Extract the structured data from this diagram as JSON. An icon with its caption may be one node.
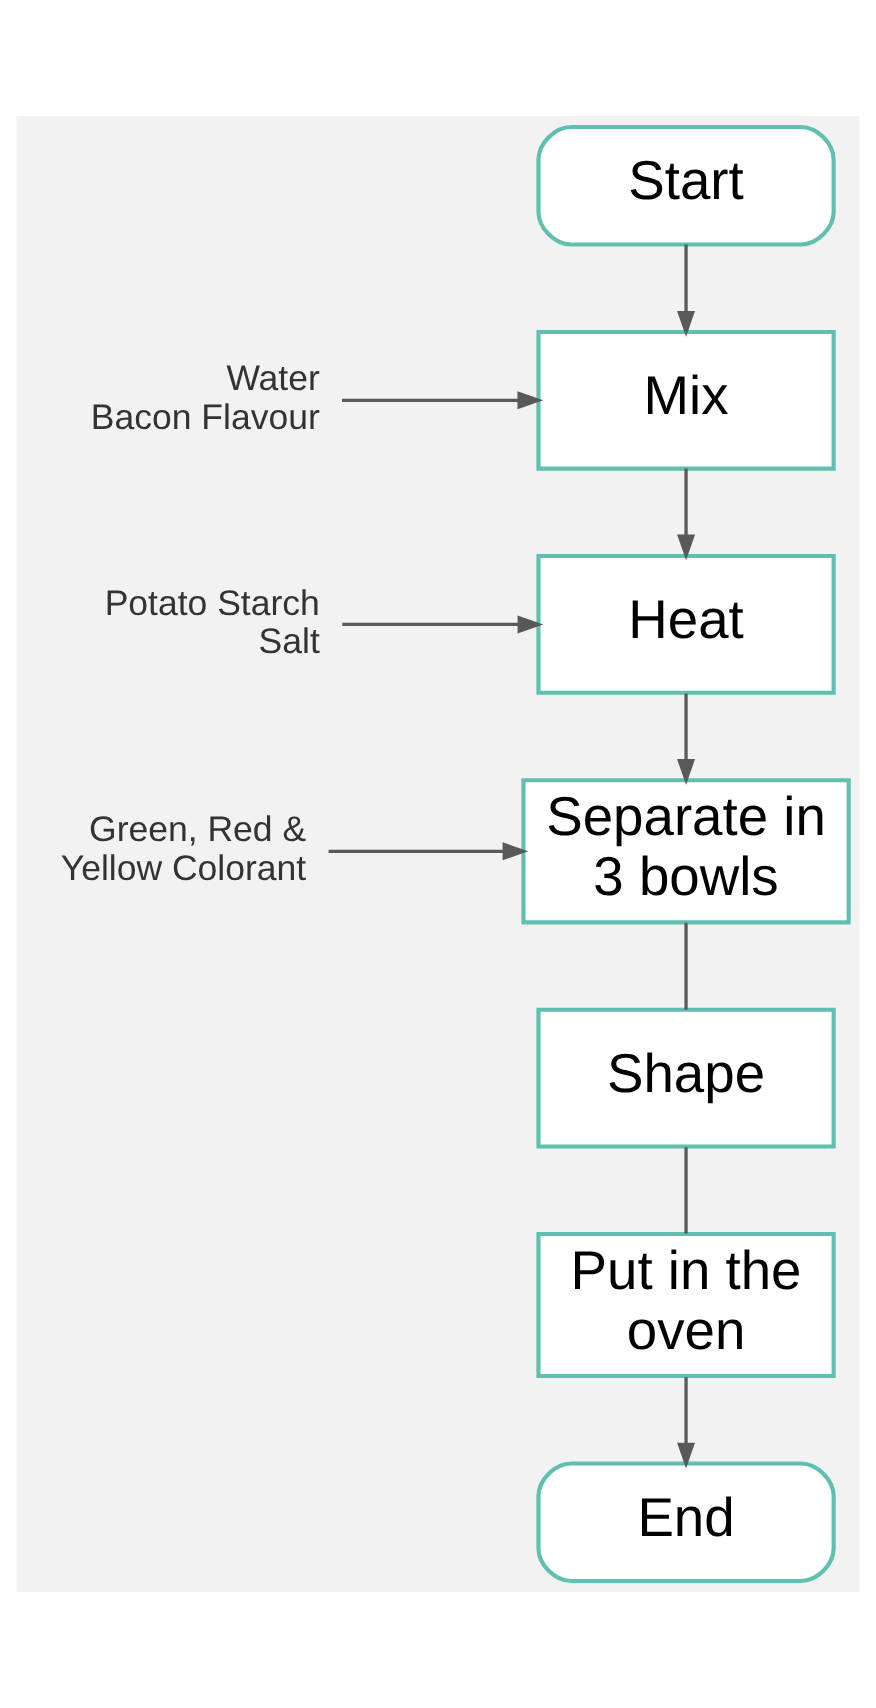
{
  "diagram": {
    "nodes": [
      {
        "text": [
          "Start"
        ]
      },
      {
        "text": [
          "Water",
          "Bacon Flavour"
        ]
      },
      {
        "text": [
          "Mix"
        ]
      },
      {
        "text": [
          "Potato Starch",
          "Salt"
        ]
      },
      {
        "text": [
          "Heat"
        ]
      },
      {
        "text": [
          "Green, Red & Yellow Colorant"
        ]
      },
      {
        "text": [
          "Separate in 3 bowls"
        ]
      },
      {
        "text": [
          "Shape"
        ]
      },
      {
        "text": [
          "Put in the oven"
        ]
      },
      {
        "text": [
          "End"
        ]
      }
    ],
    "edges": [
      {
        "from": 0,
        "to": 2,
        "arrow": "to"
      },
      {
        "from": 1,
        "to": 2,
        "arrow": "to"
      },
      {
        "from": 2,
        "to": 4,
        "arrow": "to"
      },
      {
        "from": 3,
        "to": 4,
        "arrow": "to"
      },
      {
        "from": 4,
        "to": 6,
        "arrow": "to"
      },
      {
        "from": 5,
        "to": 6,
        "arrow": "to"
      },
      {
        "from": 6,
        "to": 7,
        "arrow": "none"
      },
      {
        "from": 7,
        "to": 8,
        "arrow": "none"
      },
      {
        "from": 8,
        "to": 9,
        "arrow": "to"
      }
    ]
  }
}
